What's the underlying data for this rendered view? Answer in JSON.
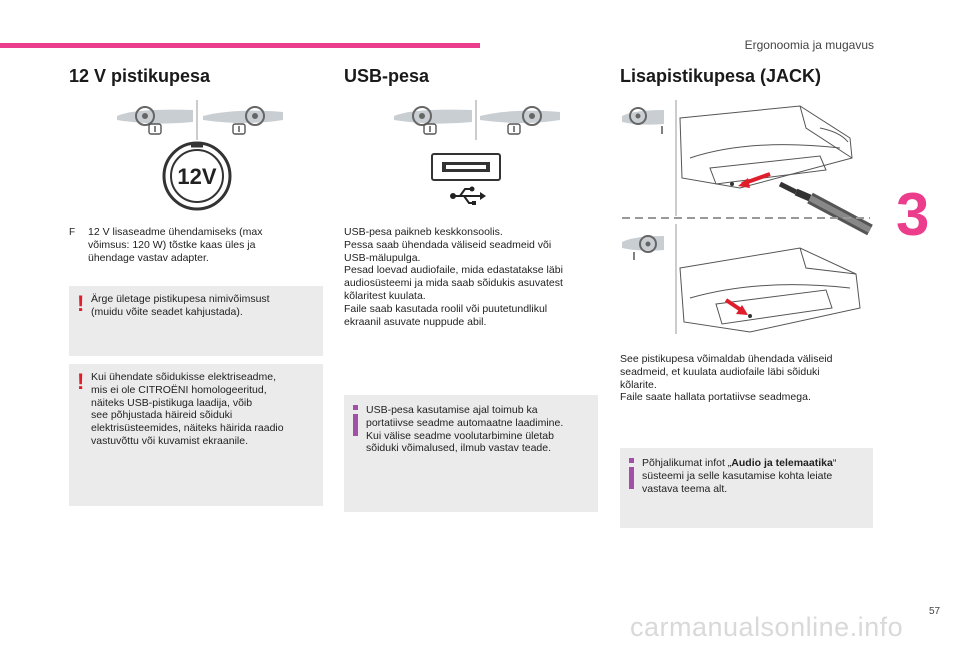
{
  "header": {
    "title": "Ergonoomia ja mugavus"
  },
  "chapter_number": "3",
  "page_number": "57",
  "watermark": "carmanualsonline.info",
  "col1": {
    "title": "12 V pistikupesa",
    "socket_label": "12V",
    "bullet_marker": "F",
    "bullet_text": "12 V lisaseadme ühendamiseks (max\nvõimsus: 120 W) tõstke kaas üles ja\nühendage vastav adapter.",
    "warning1": "Ärge ületage pistikupesa nimivõimsust\n(muidu võite seadet kahjustada).",
    "warning2": "Kui ühendate sõidukisse elektriseadme,\nmis ei ole CITROËNI homologeeritud,\nnäiteks USB-pistikuga laadija, võib\nsee põhjustada häireid sõiduki\nelektrisüsteemides, näiteks häirida raadio\nvastuvõttu või kuvamist ekraanile."
  },
  "col2": {
    "title": "USB-pesa",
    "body": "USB-pesa paikneb keskkonsoolis.\nPessa saab ühendada väliseid seadmeid või\nUSB-mälupulga.\nPesad loevad audiofaile, mida edastatakse läbi\naudiosüsteemi ja mida saab sõidukis asuvatest\nkõlaritest kuulata.\nFaile saab kasutada roolil või puutetundlikul\nekraanil asuvate nuppude abil.",
    "info": "USB-pesa kasutamise ajal toimub ka\nportatiivse seadme automaatne laadimine.\nKui välise seadme voolutarbimine ületab\nsõiduki võimalused, ilmub vastav teade."
  },
  "col3": {
    "title": "Lisapistikupesa (JACK)",
    "body": "See pistikupesa võimaldab ühendada väliseid\nseadmeid, et kuulata audiofaile läbi sõiduki\nkõlarite.\nFaile saate hallata portatiivse seadmega.",
    "info_prefix": "Põhjalikumat infot „",
    "info_bold": "Audio ja telemaatika",
    "info_suffix": "“\nsüsteemi ja selle kasutamise kohta leiate\nvastava teema alt."
  },
  "colors": {
    "accent": "#ec3d8c",
    "warning": "#e01e2b",
    "info": "#a24fa8",
    "box": "#ebebeb"
  }
}
